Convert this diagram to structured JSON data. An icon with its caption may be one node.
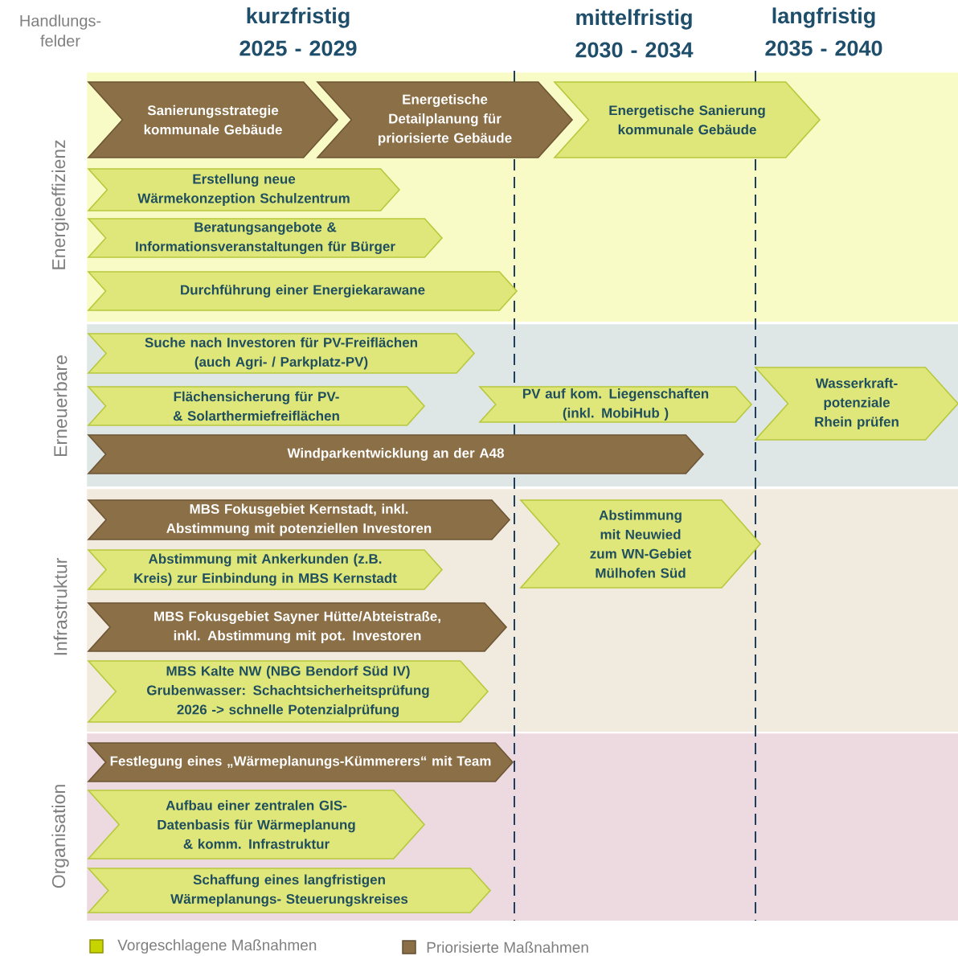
{
  "diagram": {
    "nodes": [
      {
        "text": [
          "Energieeffizienz"
        ]
      },
      {
        "text": [
          "Erneuerbare"
        ]
      },
      {
        "text": [
          "Infrastruktur"
        ]
      },
      {
        "text": [
          "Organisation"
        ]
      },
      {
        "text": [
          "Sanierungsstrategie kommunale Gebäude"
        ],
        "in": 0
      },
      {
        "text": [
          "Energetische Detailplanung für priorisierte Gebäude"
        ],
        "in": 0
      },
      {
        "text": [
          "Energetische Sanierung kommunale Gebäude"
        ],
        "in": 0
      },
      {
        "text": [
          "Erstellung neue Wärmekonzeption Schulzentrum"
        ],
        "in": 0
      },
      {
        "text": [
          "Beratungsangebote & Informationsveranstaltungen für Bürger"
        ],
        "in": 0
      },
      {
        "text": [
          "Durchführung einer Energiekarawane"
        ],
        "in": 0
      },
      {
        "text": [
          "Suche nach Investoren für PV-Freiflächen (auch Agri- / Parkplatz-PV)"
        ],
        "in": 1
      },
      {
        "text": [
          "Flächensicherung für PV- & Solarthermiefreiflächen"
        ],
        "in": 1
      },
      {
        "text": [
          "PV auf kom. Liegenschaften (inkl. MobiHub )"
        ],
        "in": 1
      },
      {
        "text": [
          "Wasserkraft- potenziale Rhein prüfen"
        ],
        "in": 1
      },
      {
        "text": [
          "Windparkentwicklung an der A48"
        ],
        "in": 1
      },
      {
        "text": [
          "MBS Fokusgebiet Kernstadt, inkl. Abstimmung mit potenziellen Investoren"
        ],
        "in": 2
      },
      {
        "text": [
          "Abstimmung mit Neuwied zum WN-Gebiet Mülhofen Süd"
        ],
        "in": 2
      },
      {
        "text": [
          "Abstimmung mit Ankerkunden (z.B. Kreis) zur Einbindung in MBS Kernstadt"
        ],
        "in": 2
      },
      {
        "text": [
          "MBS Fokusgebiet Sayner Hütte/Abteistraße, inkl. Abstimmung mit pot. Investoren"
        ],
        "in": 2
      },
      {
        "text": [
          "MBS Kalte NW (NBG Bendorf Süd IV) Grubenwasser: Schachtsicherheitsprüfung 2026 -> schnelle Potenzialprüfung"
        ],
        "in": 2
      },
      {
        "text": [
          "Festlegung eines „Wärmeplanungs-Kümmerers“ mit Team"
        ],
        "in": 3
      },
      {
        "text": [
          "Aufbau einer zentralen GIS- Datenbasis für Wärmeplanung & komm. Infrastruktur"
        ],
        "in": 3
      },
      {
        "text": [
          "Schaffung eines langfristigen Wärmeplanungs- Steuerungskreises"
        ],
        "in": 3
      }
    ],
    "labels": [
      "Handlungs- felder",
      "kurzfristig",
      "2025 - 2029",
      "mittelfristig",
      "2030 - 2034",
      "langfristig",
      "2035 - 2040"
    ],
    "legend": [
      {
        "text": "Vorgeschlagene Maßnahmen",
        "color": "#c8d400"
      },
      {
        "text": "Priorisierte Maßnahmen",
        "color": "#8b6f47"
      }
    ]
  }
}
